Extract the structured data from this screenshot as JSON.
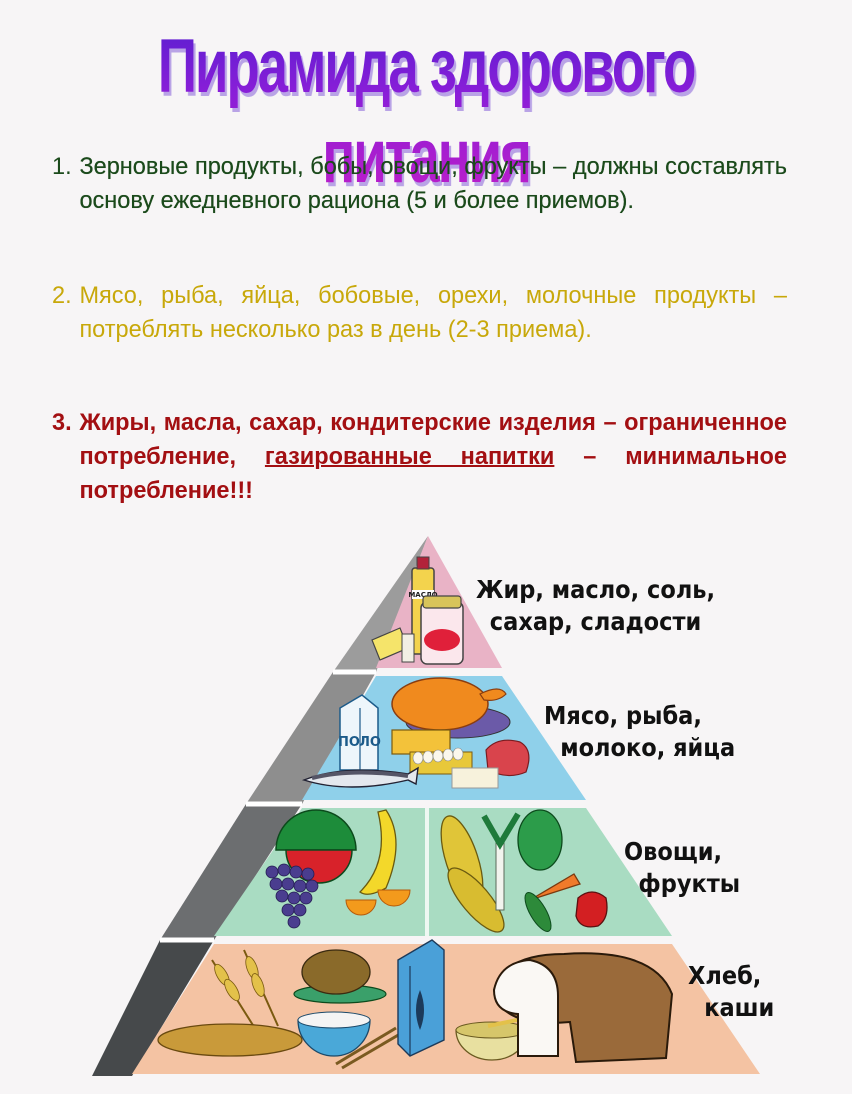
{
  "title": "Пирамида здорового питания",
  "rules": [
    {
      "number": "1.",
      "text": "Зерновые продукты, бобы, овощи, фрукты – должны составлять основу ежедневного рациона (5 и более приемов).",
      "color": "#1b4a1b"
    },
    {
      "number": "2.",
      "text": "Мясо, рыба, яйца, бобовые, орехи, молочные продукты – потреблять несколько раз в день (2-3 приема).",
      "color": "#c8a80a"
    },
    {
      "number": "3.",
      "text_before": "Жиры, масла, сахар, кондитерские изделия – ограниченное потребление, ",
      "text_underlined": "газированные напитки",
      "text_after": " – минимальное потребление!!!",
      "color": "#a30f12"
    }
  ],
  "pyramid": {
    "levels": [
      {
        "label_line1": "Жир, масло, соль,",
        "label_line2": "сахар, сладости",
        "color": "#e9b3c6",
        "items": [
          "масло bottle",
          "salt shaker",
          "butter",
          "sugar jar"
        ],
        "bottle_label": "МАСЛО"
      },
      {
        "label_line1": "Мясо, рыба,",
        "label_line2": "молоко, яйца",
        "color": "#8fd0ea",
        "items": [
          "milk carton",
          "roast chicken",
          "cheese",
          "eggs",
          "fish",
          "meat",
          "tofu"
        ],
        "carton_label": "МОЛОКО"
      },
      {
        "label_line1": "Овощи,",
        "label_line2": "фрукты",
        "color": "#a9dcc2",
        "items": [
          "watermelon",
          "bananas",
          "grapes",
          "orange",
          "corn",
          "leek",
          "lettuce",
          "carrot",
          "pepper",
          "cucumber"
        ]
      },
      {
        "label_line1": "Хлеб,",
        "label_line2": "каши",
        "color": "#f4c3a3",
        "items": [
          "wheat",
          "baguette",
          "noodles",
          "rice bowl",
          "chopsticks",
          "cereal box",
          "porridge bowl",
          "bread loaf"
        ]
      }
    ],
    "side_color_light": "#9a9a9a",
    "side_color_dark": "#474a4c"
  }
}
